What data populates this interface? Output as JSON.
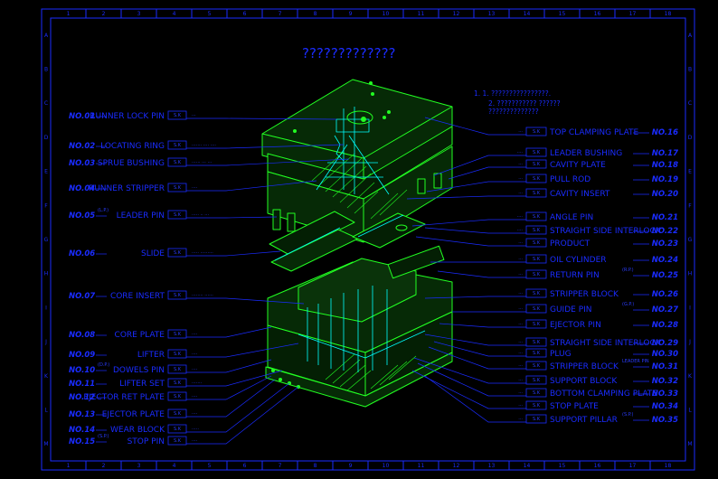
{
  "drawing": {
    "title": "?????????????",
    "notes": [
      "1. 1. ????????????????.",
      "2. ??????????? ??????",
      "??????????????"
    ],
    "frame_columns": [
      "1",
      "2",
      "3",
      "4",
      "5",
      "6",
      "7",
      "8",
      "9",
      "10",
      "11",
      "12",
      "13",
      "14",
      "15",
      "16",
      "17",
      "18"
    ],
    "frame_rows": [
      "A",
      "B",
      "C",
      "D",
      "E",
      "F",
      "G",
      "H",
      "I",
      "J",
      "K",
      "L",
      "M"
    ],
    "colors": {
      "background": "#000000",
      "frame": "#1a2cff",
      "model": "#22ff22",
      "detail": "#00ffff"
    }
  },
  "left_labels": [
    {
      "num": "NO.01",
      "name": "RUNNER LOCK PIN",
      "tag": "S.K",
      "note": "..."
    },
    {
      "num": "NO.02",
      "name": "LOCATING RING",
      "tag": "S.K",
      "note": "....... .... ...."
    },
    {
      "num": "NO.03",
      "name": "SPRUE BUSHING",
      "tag": "S.K",
      "note": "...... ... ..."
    },
    {
      "num": "NO.04",
      "name": "RUNNER STRIPPER",
      "tag": "S.K",
      "note": "...."
    },
    {
      "num": "NO.05",
      "name": "LEADER PIN",
      "tag": "S.K",
      "note": "..... .. ...",
      "extra": "(L.P.)"
    },
    {
      "num": "NO.06",
      "name": "SLIDE",
      "tag": "S.K",
      "note": "..... ........."
    },
    {
      "num": "NO.07",
      "name": "CORE INSERT",
      "tag": "S.K",
      "note": "........ ......"
    },
    {
      "num": "NO.08",
      "name": "CORE PLATE",
      "tag": "S.K",
      "note": "...."
    },
    {
      "num": "NO.09",
      "name": "LIFTER",
      "tag": "S.K",
      "note": "...."
    },
    {
      "num": "NO.10",
      "name": "DOWELS PIN",
      "tag": "S.K",
      "note": "....",
      "extra": "(D.P.)"
    },
    {
      "num": "NO.11",
      "name": "LIFTER SET",
      "tag": "S.K",
      "note": "......."
    },
    {
      "num": "NO.12",
      "name": "EJECTOR RET PLATE",
      "tag": "S.K",
      "note": "...."
    },
    {
      "num": "NO.13",
      "name": "EJECTOR PLATE",
      "tag": "S.K",
      "note": "...."
    },
    {
      "num": "NO.14",
      "name": "WEAR BLOCK",
      "tag": "S.K",
      "note": "....."
    },
    {
      "num": "NO.15",
      "name": "STOP PIN",
      "tag": "S.K",
      "note": "....",
      "extra": "(S.P.)"
    }
  ],
  "right_labels": [
    {
      "num": "NO.16",
      "name": "TOP CLAMPING PLATE",
      "tag": "S.K",
      "note": "..."
    },
    {
      "num": "NO.17",
      "name": "LEADER BUSHING",
      "tag": "S.K",
      "note": "...."
    },
    {
      "num": "NO.18",
      "name": "CAVITY PLATE",
      "tag": "S.K",
      "note": "..."
    },
    {
      "num": "NO.19",
      "name": "PULL ROD",
      "tag": "S.K",
      "note": "..."
    },
    {
      "num": "NO.20",
      "name": "CAVITY INSERT",
      "tag": "S.K",
      "note": "..."
    },
    {
      "num": "NO.21",
      "name": "ANGLE PIN",
      "tag": "S.K",
      "note": "...."
    },
    {
      "num": "NO.22",
      "name": "STRAIGHT SIDE INTERLOCK",
      "tag": "S.K",
      "note": "...."
    },
    {
      "num": "NO.23",
      "name": "PRODUCT",
      "tag": "S.K",
      "note": "..."
    },
    {
      "num": "NO.24",
      "name": "OIL CYLINDER",
      "tag": "S.K",
      "note": "..."
    },
    {
      "num": "NO.25",
      "name": "RETURN PIN",
      "tag": "S.K",
      "note": "...",
      "extra": "(R.P.)"
    },
    {
      "num": "NO.26",
      "name": "STRIPPER BLOCK",
      "tag": "S.K",
      "note": "..."
    },
    {
      "num": "NO.27",
      "name": "GUIDE PIN",
      "tag": "S.K",
      "note": "...",
      "extra": "(G.P.)"
    },
    {
      "num": "NO.28",
      "name": "EJECTOR PIN",
      "tag": "S.K",
      "note": "..."
    },
    {
      "num": "NO.29",
      "name": "STRAIGHT SIDE INTERLOCK",
      "tag": "S.K",
      "note": "..."
    },
    {
      "num": "NO.30",
      "name": "PLUG",
      "tag": "S.K",
      "note": "..."
    },
    {
      "num": "NO.31",
      "name": "STRIPPER BLOCK",
      "tag": "S.K",
      "note": "...",
      "extra": "LEADER PIN"
    },
    {
      "num": "NO.32",
      "name": "SUPPORT BLOCK",
      "tag": "S.K",
      "note": "..."
    },
    {
      "num": "NO.33",
      "name": "BOTTOM CLAMPING PLATE",
      "tag": "S.K",
      "note": "..."
    },
    {
      "num": "NO.34",
      "name": "STOP PLATE",
      "tag": "S.K",
      "note": "..."
    },
    {
      "num": "NO.35",
      "name": "SUPPORT PILLAR",
      "tag": "S.K",
      "note": "...",
      "extra": "(S.P.)"
    }
  ]
}
